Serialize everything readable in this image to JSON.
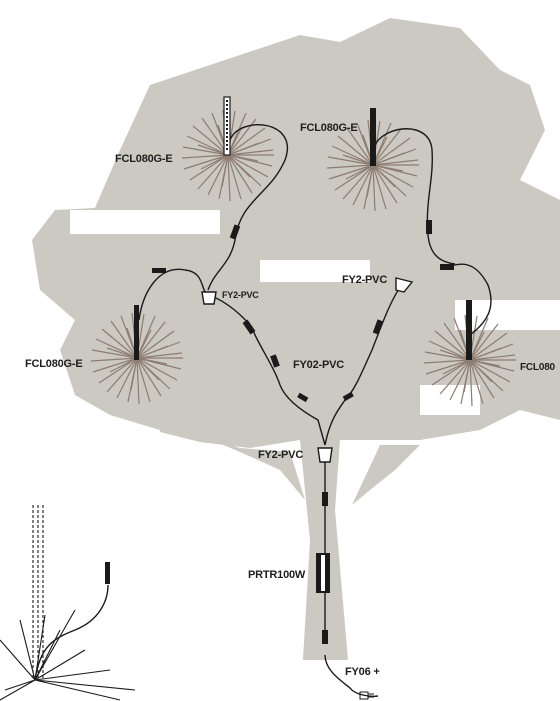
{
  "colors": {
    "tree": "#cbc9c1",
    "cable": "#1a1a1a",
    "firework": "#8d7c72",
    "background": "#ffffff"
  },
  "labels": {
    "fcl_top_left": "FCL080G-E",
    "fcl_top_right": "FCL080G-E",
    "fcl_mid_left": "FCL080G-E",
    "fcl_mid_right": "FCL080",
    "fy2_left": "FY2-PVC",
    "fy2_right_prefix": "FY2-",
    "fy2_right_suffix": "PVC",
    "fy02": "FY02-PVC",
    "fy2_bottom_prefix": "FY2-",
    "fy2_bottom_suffix": "PVC",
    "prtr_prefix": "PRTR",
    "prtr_suffix": "100W",
    "fy06": "FY06 +"
  }
}
